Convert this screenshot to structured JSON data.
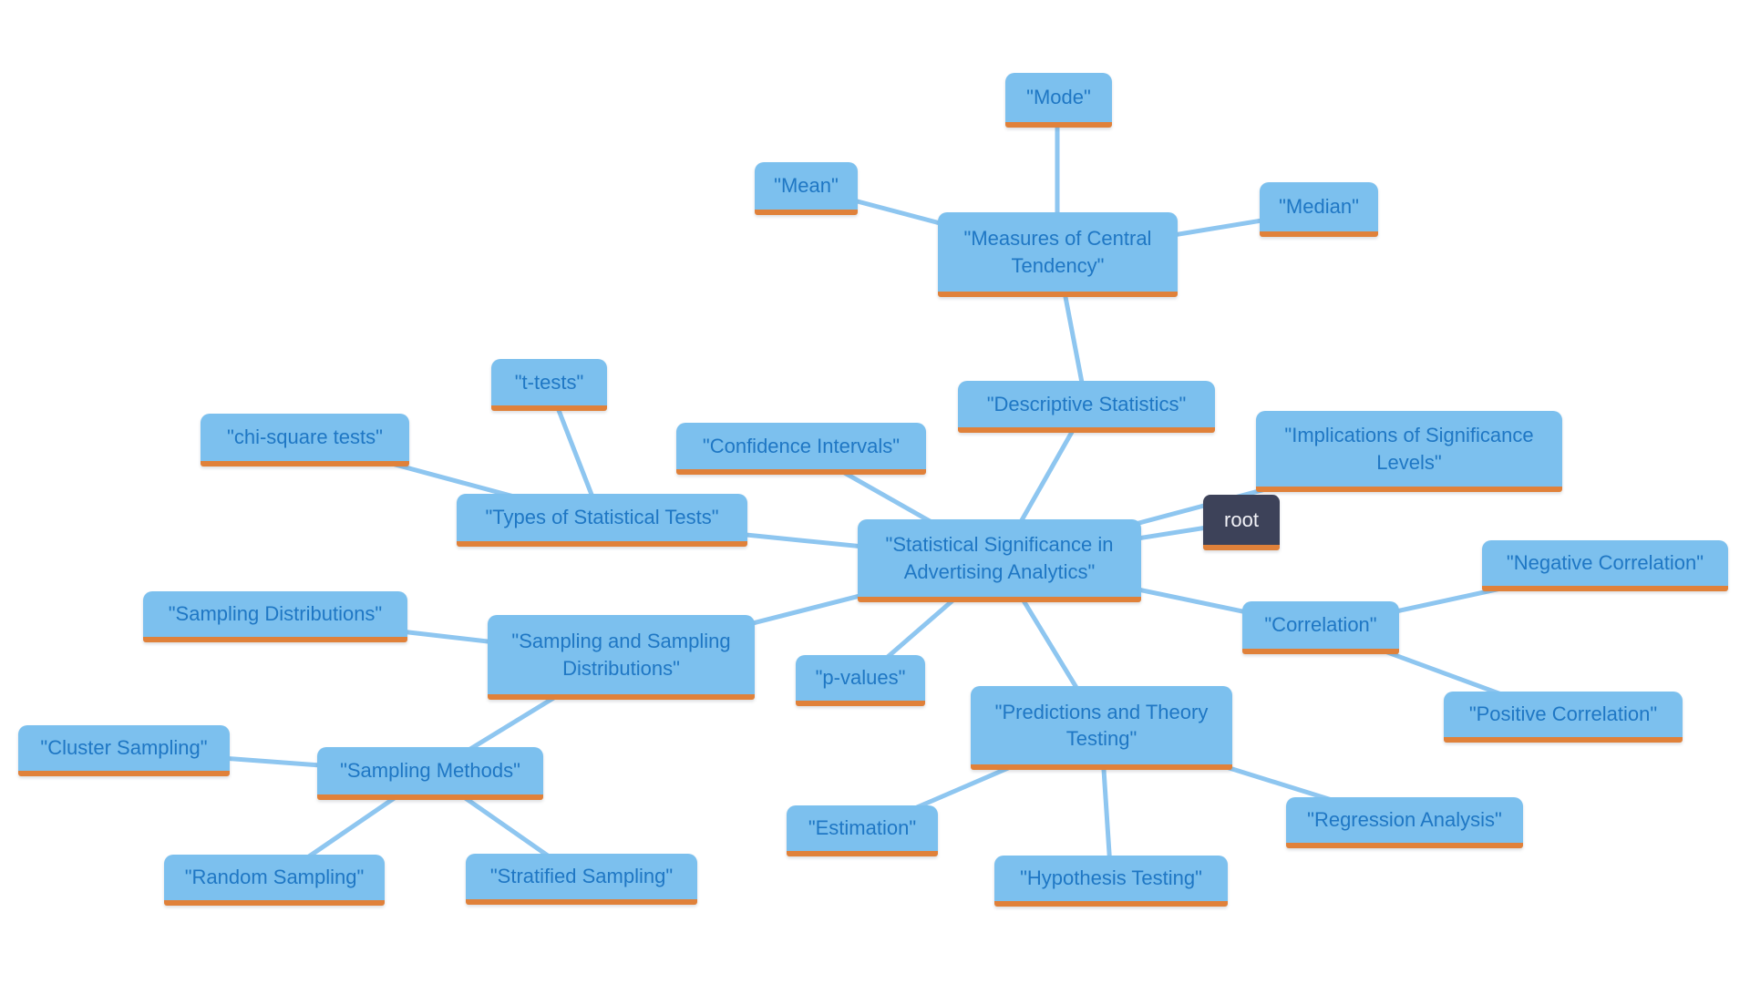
{
  "diagram": {
    "type": "mindmap",
    "central_topic": "Statistical Significance in Advertising Analytics"
  },
  "colors": {
    "node_fill": "#7CC0EE",
    "node_border": "#E0813A",
    "node_text": "#1F77C4",
    "root_fill": "#3D4259",
    "root_text": "#F2F2F7",
    "edge": "#8EC6F0",
    "background": "#FFFFFF"
  },
  "nodes": {
    "root": {
      "label": "root"
    },
    "central": {
      "label": "\"Statistical Significance in\nAdvertising Analytics\""
    },
    "descriptive": {
      "label": "\"Descriptive Statistics\""
    },
    "measures": {
      "label": "\"Measures of Central\nTendency\""
    },
    "mode": {
      "label": "\"Mode\""
    },
    "mean": {
      "label": "\"Mean\""
    },
    "median": {
      "label": "\"Median\""
    },
    "types": {
      "label": "\"Types of Statistical Tests\""
    },
    "t_tests": {
      "label": "\"t-tests\""
    },
    "chi_square": {
      "label": "\"chi-square tests\""
    },
    "confidence": {
      "label": "\"Confidence Intervals\""
    },
    "implications": {
      "label": "\"Implications of Significance\nLevels\""
    },
    "correlation": {
      "label": "\"Correlation\""
    },
    "negative": {
      "label": "\"Negative Correlation\""
    },
    "positive": {
      "label": "\"Positive Correlation\""
    },
    "sampling_and": {
      "label": "\"Sampling and Sampling\nDistributions\""
    },
    "sampling_distributions": {
      "label": "\"Sampling Distributions\""
    },
    "methods": {
      "label": "\"Sampling Methods\""
    },
    "cluster": {
      "label": "\"Cluster Sampling\""
    },
    "random": {
      "label": "\"Random Sampling\""
    },
    "stratified": {
      "label": "\"Stratified Sampling\""
    },
    "p_values": {
      "label": "\"p-values\""
    },
    "predictions": {
      "label": "\"Predictions and Theory\nTesting\""
    },
    "estimation": {
      "label": "\"Estimation\""
    },
    "hypothesis": {
      "label": "\"Hypothesis Testing\""
    },
    "regression": {
      "label": "\"Regression Analysis\""
    }
  },
  "edges": [
    [
      "central",
      "descriptive"
    ],
    [
      "descriptive",
      "measures"
    ],
    [
      "measures",
      "mode"
    ],
    [
      "measures",
      "mean"
    ],
    [
      "measures",
      "median"
    ],
    [
      "central",
      "confidence"
    ],
    [
      "central",
      "types"
    ],
    [
      "types",
      "t_tests"
    ],
    [
      "types",
      "chi_square"
    ],
    [
      "central",
      "implications"
    ],
    [
      "central",
      "root"
    ],
    [
      "central",
      "correlation"
    ],
    [
      "correlation",
      "negative"
    ],
    [
      "correlation",
      "positive"
    ],
    [
      "central",
      "sampling_and"
    ],
    [
      "sampling_and",
      "sampling_distributions"
    ],
    [
      "sampling_and",
      "methods"
    ],
    [
      "methods",
      "cluster"
    ],
    [
      "methods",
      "random"
    ],
    [
      "methods",
      "stratified"
    ],
    [
      "central",
      "p_values"
    ],
    [
      "central",
      "predictions"
    ],
    [
      "predictions",
      "estimation"
    ],
    [
      "predictions",
      "hypothesis"
    ],
    [
      "predictions",
      "regression"
    ]
  ]
}
